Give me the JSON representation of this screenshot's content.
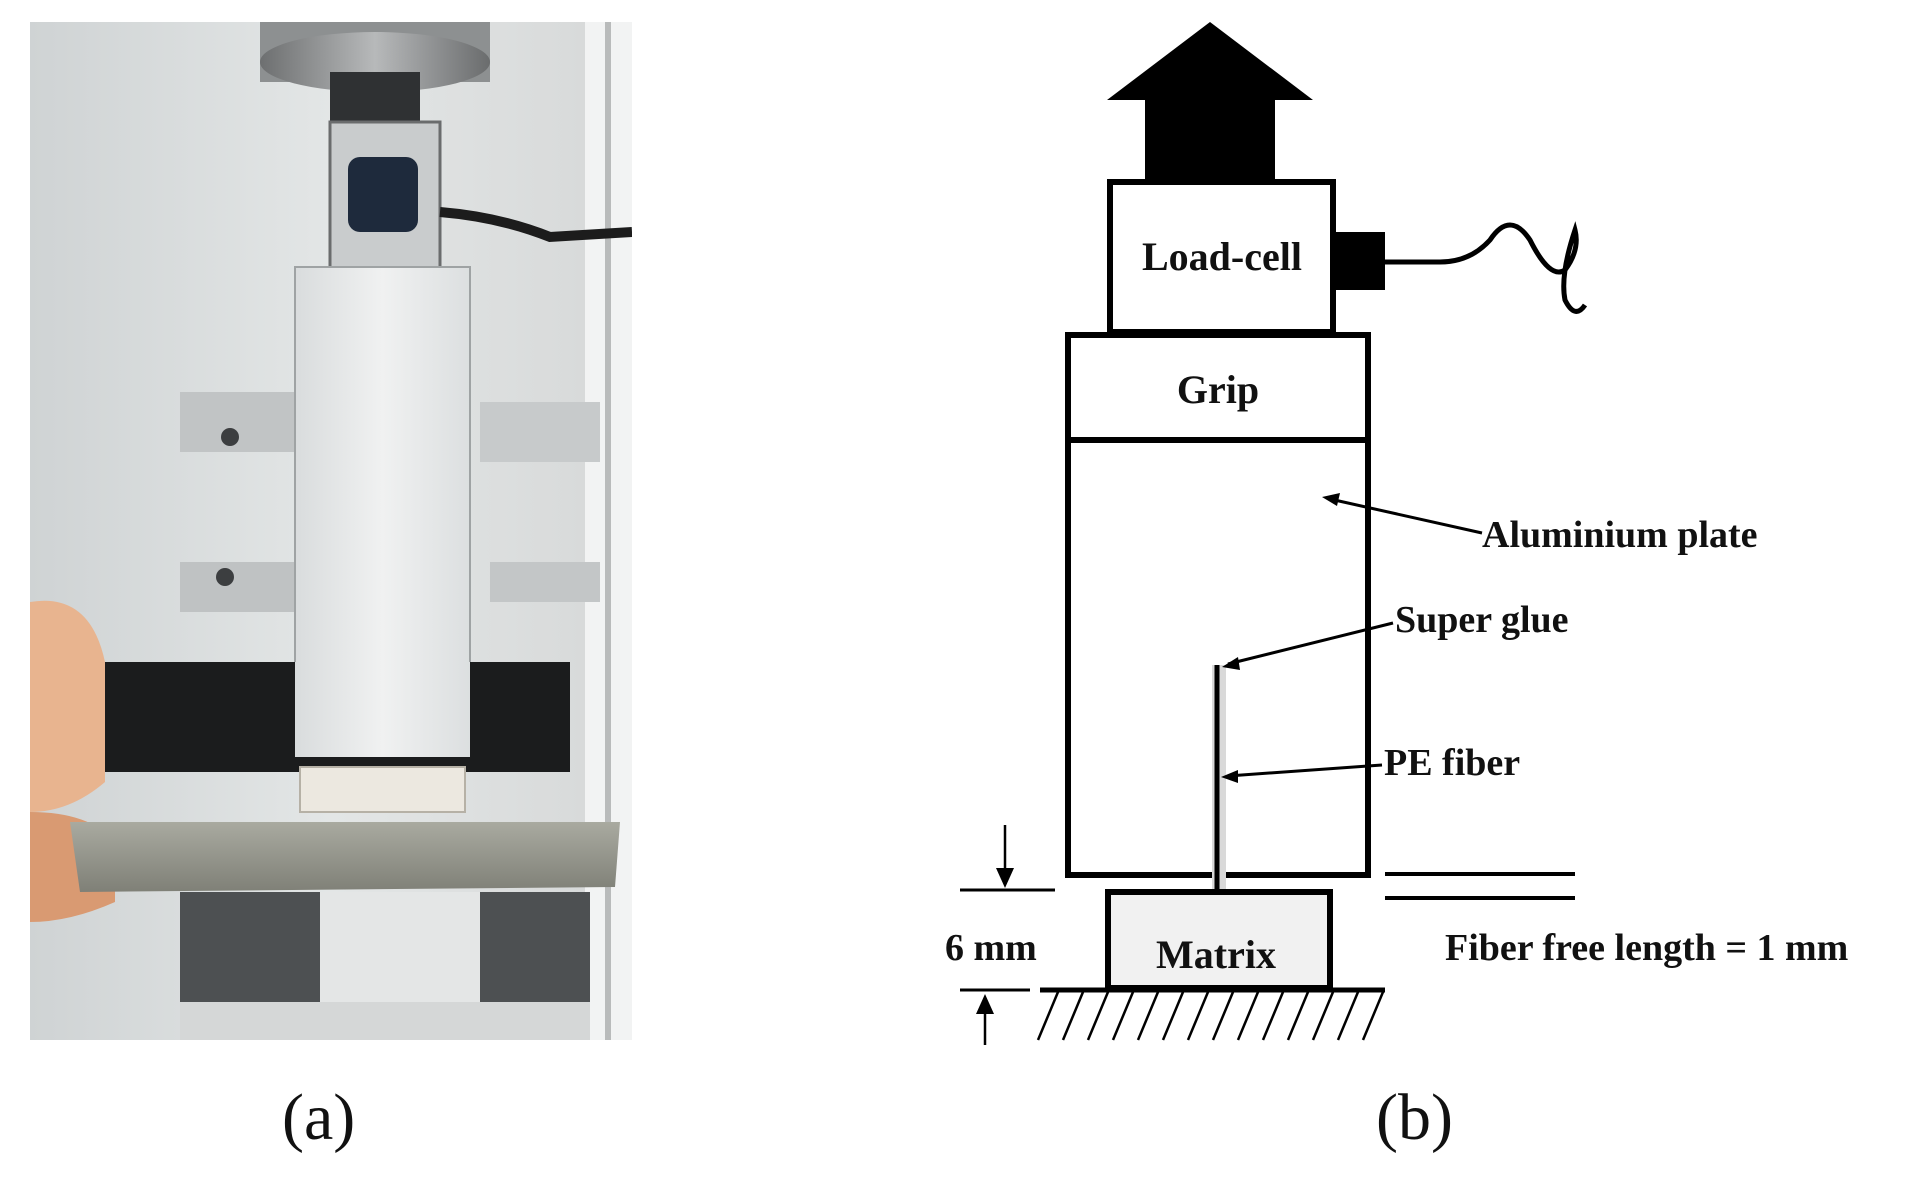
{
  "figure": {
    "panel_a": {
      "caption": "(a)"
    },
    "panel_b": {
      "caption": "(b)",
      "labels": {
        "load_cell": "Load-cell",
        "grip": "Grip",
        "aluminium_plate": "Aluminium plate",
        "super_glue": "Super glue",
        "pe_fiber": "PE fiber",
        "matrix": "Matrix",
        "dimension": "6 mm",
        "fiber_free_length": "Fiber free length = 1 mm"
      }
    }
  }
}
